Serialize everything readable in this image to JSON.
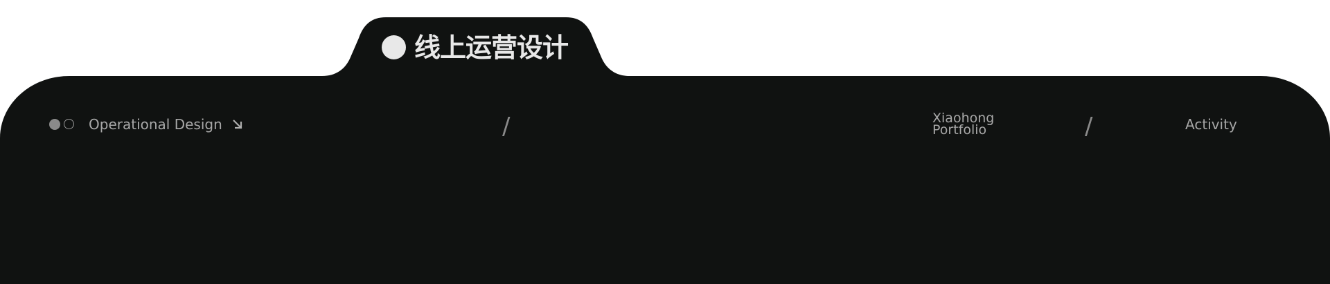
{
  "tab": {
    "title": "线上运营设计"
  },
  "nav": {
    "left_label": "Operational Design",
    "arrow_icon": "arrow-down-right-icon",
    "separator_1": "/",
    "portfolio_line1": "Xiaohong",
    "portfolio_line2": "Portfolio",
    "separator_2": "/",
    "right_label": "Activity"
  },
  "colors": {
    "panel": "#101211",
    "background": "#ffffff",
    "title_text": "#e8e8e8",
    "nav_text": "#a8a8a8",
    "dot_filled": "#8a8a8a"
  }
}
